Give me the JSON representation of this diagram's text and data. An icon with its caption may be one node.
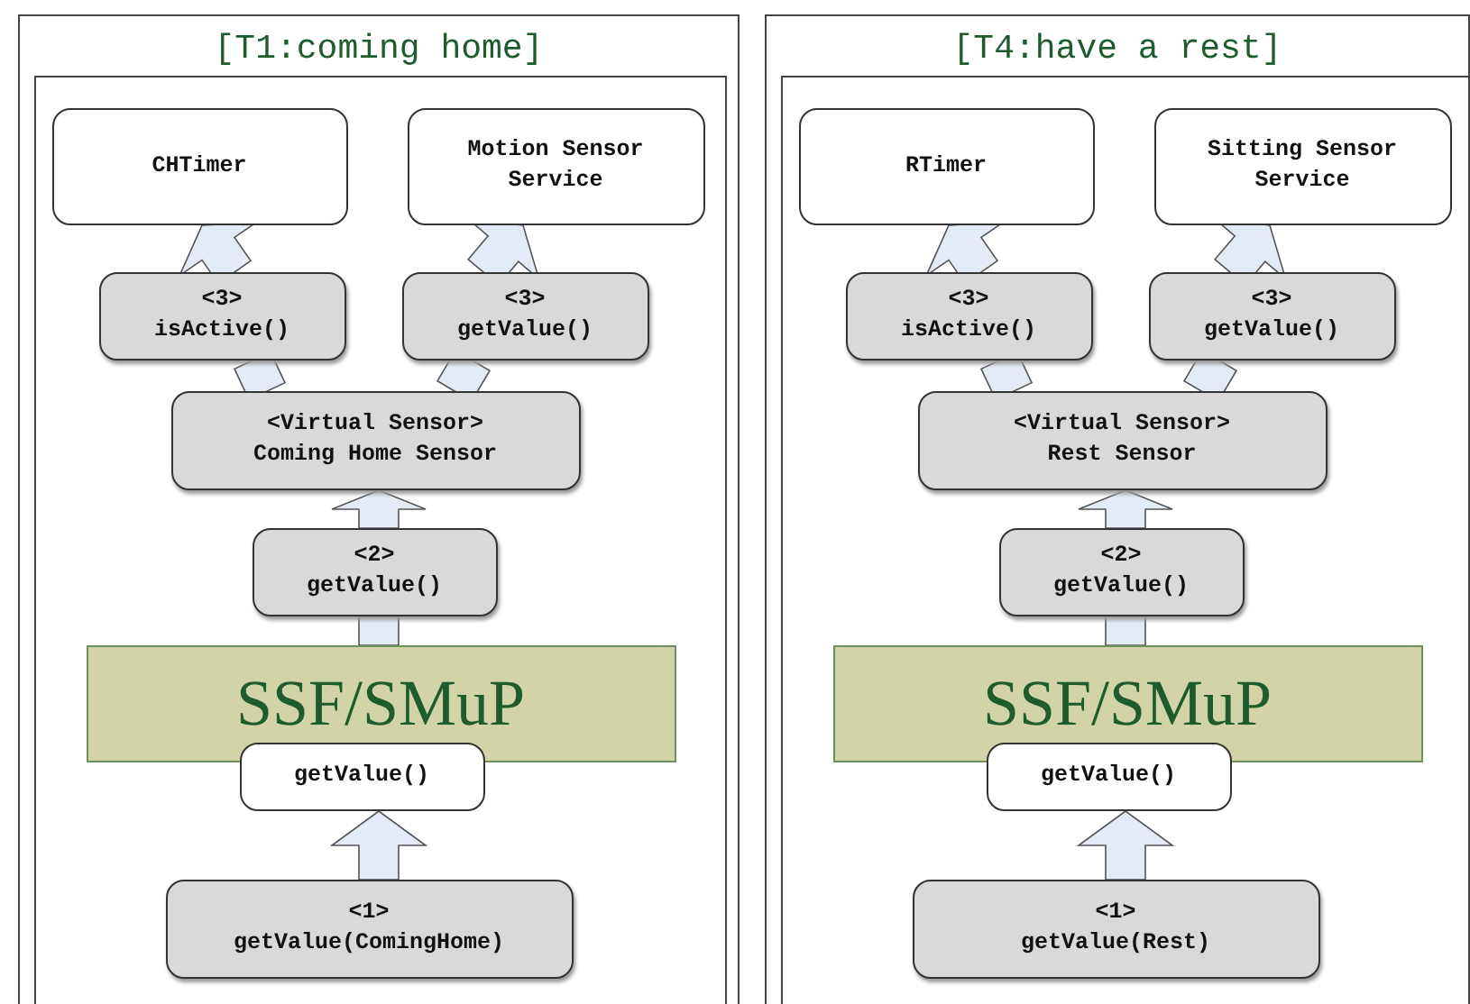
{
  "diagram": {
    "nodes": [
      {
        "text": [
          "[T1:coming home]"
        ]
      },
      {
        "text": [],
        "shape": "box",
        "in": 0
      },
      {
        "text": [
          "CHTimer"
        ],
        "in": 1
      },
      {
        "text": [
          "Motion Sensor Service"
        ],
        "in": 1
      },
      {
        "text": [
          "<3>",
          "isActive()"
        ],
        "in": 1
      },
      {
        "text": [
          "<3>",
          "getValue()"
        ],
        "in": 1
      },
      {
        "text": [
          "<Virtual Sensor>",
          "Coming Home Sensor"
        ],
        "in": 1
      },
      {
        "text": [
          "<2>",
          "getValue()"
        ],
        "in": 1
      },
      {
        "text": [
          "SSF/SMuP"
        ],
        "in": 1
      },
      {
        "text": [
          "getValue()"
        ],
        "in": 1
      },
      {
        "text": [
          "<1>",
          "getValue(ComingHome)"
        ],
        "in": 1
      },
      {
        "text": [
          "[T4:have a rest]"
        ]
      },
      {
        "text": [],
        "shape": "box",
        "in": 11
      },
      {
        "text": [
          "RTimer"
        ],
        "in": 12
      },
      {
        "text": [
          "Sitting Sensor Service"
        ],
        "in": 12
      },
      {
        "text": [
          "<3>",
          "isActive()"
        ],
        "in": 12
      },
      {
        "text": [
          "<3>",
          "getValue()"
        ],
        "in": 12
      },
      {
        "text": [
          "<Virtual Sensor>",
          "Rest Sensor"
        ],
        "in": 12
      },
      {
        "text": [
          "<2>",
          "getValue()"
        ],
        "in": 12
      },
      {
        "text": [
          "SSF/SMuP"
        ],
        "in": 12
      },
      {
        "text": [
          "getValue()"
        ],
        "in": 12
      },
      {
        "text": [
          "<1>",
          "getValue(Rest)"
        ],
        "in": 12
      }
    ],
    "edges": [
      {
        "from": 10,
        "to": 9,
        "arrow": "to"
      },
      {
        "from": 8,
        "to": 7,
        "arrow": "none"
      },
      {
        "from": 7,
        "to": 6,
        "arrow": "to"
      },
      {
        "from": 6,
        "to": 4,
        "arrow": "none"
      },
      {
        "from": 4,
        "to": 2,
        "arrow": "to"
      },
      {
        "from": 6,
        "to": 5,
        "arrow": "none"
      },
      {
        "from": 5,
        "to": 3,
        "arrow": "to"
      },
      {
        "from": 21,
        "to": 20,
        "arrow": "to"
      },
      {
        "from": 19,
        "to": 18,
        "arrow": "none"
      },
      {
        "from": 18,
        "to": 17,
        "arrow": "to"
      },
      {
        "from": 17,
        "to": 15,
        "arrow": "none"
      },
      {
        "from": 15,
        "to": 13,
        "arrow": "to"
      },
      {
        "from": 17,
        "to": 16,
        "arrow": "none"
      },
      {
        "from": 16,
        "to": 14,
        "arrow": "to"
      }
    ]
  }
}
